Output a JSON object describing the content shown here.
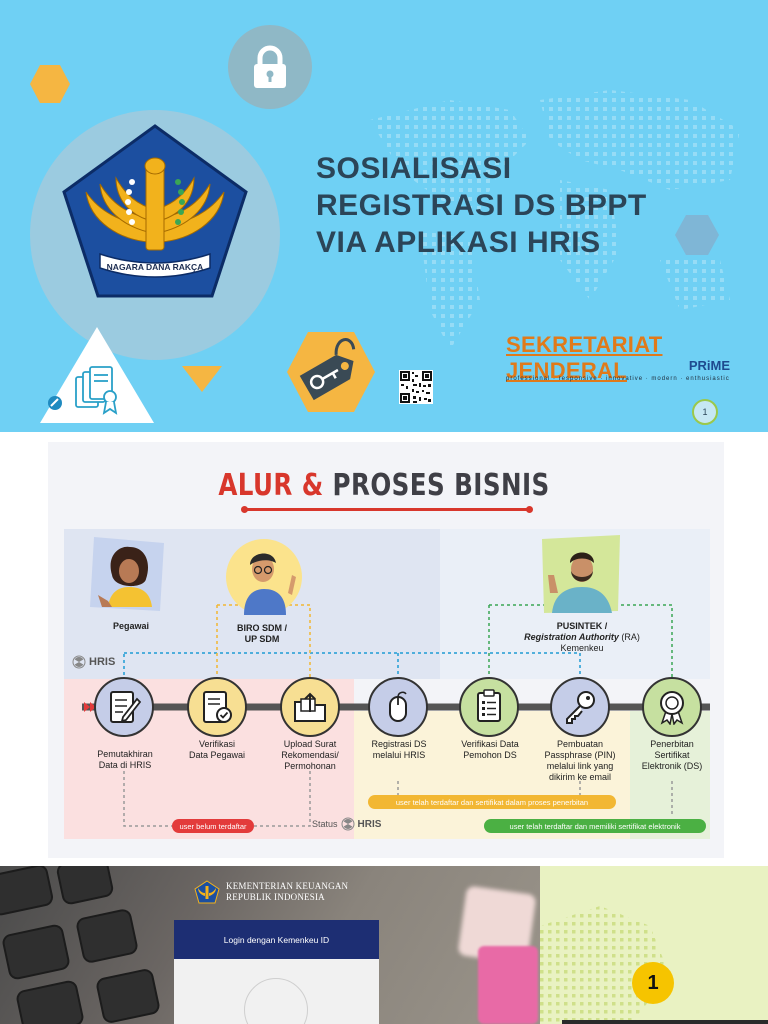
{
  "slide1": {
    "title_lines": [
      "SOSIALISASI",
      "REGISTRASI DS BPPT",
      "VIA APLIKASI HRIS"
    ],
    "emblem_text": "NAGARA DANA RAKÇA",
    "brand_name": "SEKRETARIAT JENDERAL",
    "brand_prime": "PRiME",
    "brand_tagline": "professional · responsive · innovative · modern · enthusiastic",
    "page_number": "1",
    "colors": {
      "background": "#6fd0f4",
      "title": "#2b4558",
      "brand": "#e07a1a",
      "hex_orange": "#f5b642",
      "hex_blue": "#7fb6d6"
    }
  },
  "slide2": {
    "title_part1": "ALUR & ",
    "title_part2": "PROSES BISNIS",
    "actors": {
      "pegawai": "Pegawai",
      "biro_line1": "BIRO SDM /",
      "biro_line2": "UP SDM",
      "pusintek_line1": "PUSINTEK /",
      "pusintek_line2": "Registration Authority",
      "pusintek_line2b": " (RA)",
      "pusintek_line3": "Kemenkeu"
    },
    "hris_label": "HRIS",
    "steps": [
      {
        "line1": "Pemutakhiran",
        "line2": "Data di HRIS",
        "icon": "document-edit-icon"
      },
      {
        "line1": "Verifikasi",
        "line2": "Data Pegawai",
        "icon": "document-check-icon"
      },
      {
        "line1": "Upload Surat",
        "line2": "Rekomendasi/",
        "line3": "Permohonan",
        "icon": "folder-upload-icon"
      },
      {
        "line1": "Registrasi DS",
        "line2": "melalui HRIS",
        "icon": "mouse-icon"
      },
      {
        "line1": "Verifikasi Data",
        "line2": "Pemohon DS",
        "icon": "checklist-icon"
      },
      {
        "line1": "Pembuatan",
        "line2": "Passphrase (PIN)",
        "line3": "melalui link yang",
        "line4": "dikirim ke email",
        "icon": "key-icon"
      },
      {
        "line1": "Penerbitan",
        "line2": "Sertifikat",
        "line3": "Elektronik (DS)",
        "icon": "certificate-icon"
      }
    ],
    "status_pills": {
      "belum": "user belum terdaftar",
      "proses": "user telah terdaftar dan sertifikat dalam proses penerbitan",
      "memiliki": "user telah terdaftar dan memiliki sertifikat elektronik"
    },
    "status_label": "Status",
    "colors": {
      "red": "#e33b3b",
      "yellow": "#f2b733",
      "green": "#4bb043",
      "zone_blue": "#dfe5f2",
      "zone_pink": "#fbe0e0",
      "zone_yellow": "#fbf3d9",
      "zone_green": "#e6f1d9"
    }
  },
  "slide3": {
    "org_line1": "KEMENTERIAN KEUANGAN",
    "org_line2": "REPUBLIK INDONESIA",
    "login_title": "Login dengan Kemenkeu ID",
    "step_badge": "1"
  }
}
